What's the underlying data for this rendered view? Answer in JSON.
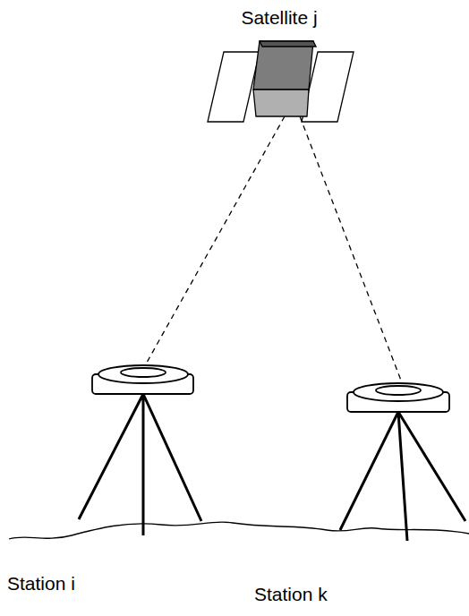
{
  "diagram": {
    "labels": [
      "Satellite j",
      "Station i",
      "Station k"
    ]
  }
}
